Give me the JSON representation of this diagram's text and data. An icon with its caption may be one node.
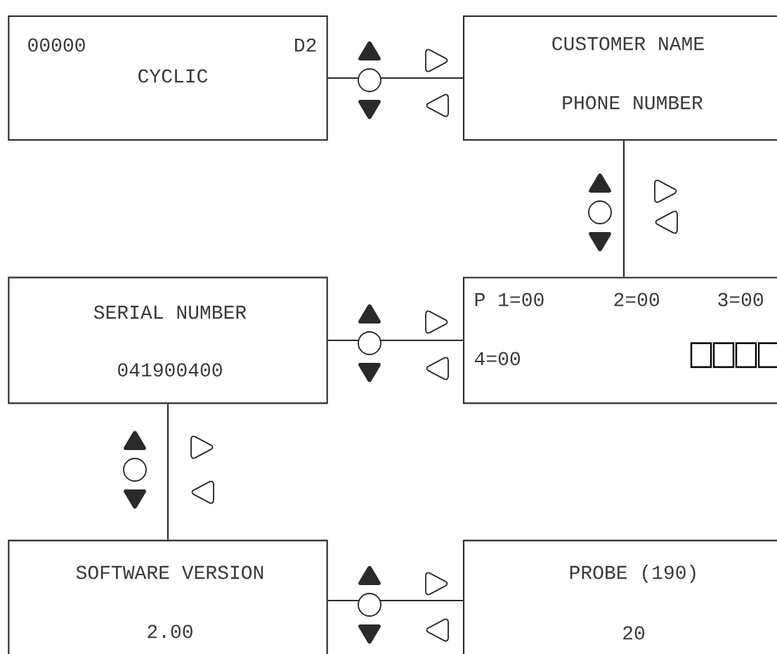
{
  "diagram": {
    "nodes": [
      {
        "text": [
          "00000",
          "D2",
          "CYCLIC"
        ]
      },
      {
        "text": [
          "CUSTOMER NAME",
          "PHONE NUMBER"
        ]
      },
      {
        "text": [
          "SERIAL NUMBER",
          "041900400"
        ]
      },
      {
        "text": [
          "P 1=00",
          "2=00",
          "3=00",
          "4=00"
        ]
      },
      {
        "text": [
          "SOFTWARE VERSION",
          "2.00"
        ]
      },
      {
        "text": [
          "PROBE (190)",
          "20"
        ]
      }
    ],
    "edges": [
      {
        "from": 0,
        "to": 1,
        "arrow": "none"
      },
      {
        "from": 1,
        "to": 3,
        "arrow": "none"
      },
      {
        "from": 3,
        "to": 2,
        "arrow": "none"
      },
      {
        "from": 2,
        "to": 4,
        "arrow": "none"
      },
      {
        "from": 4,
        "to": 5,
        "arrow": "none"
      }
    ]
  }
}
